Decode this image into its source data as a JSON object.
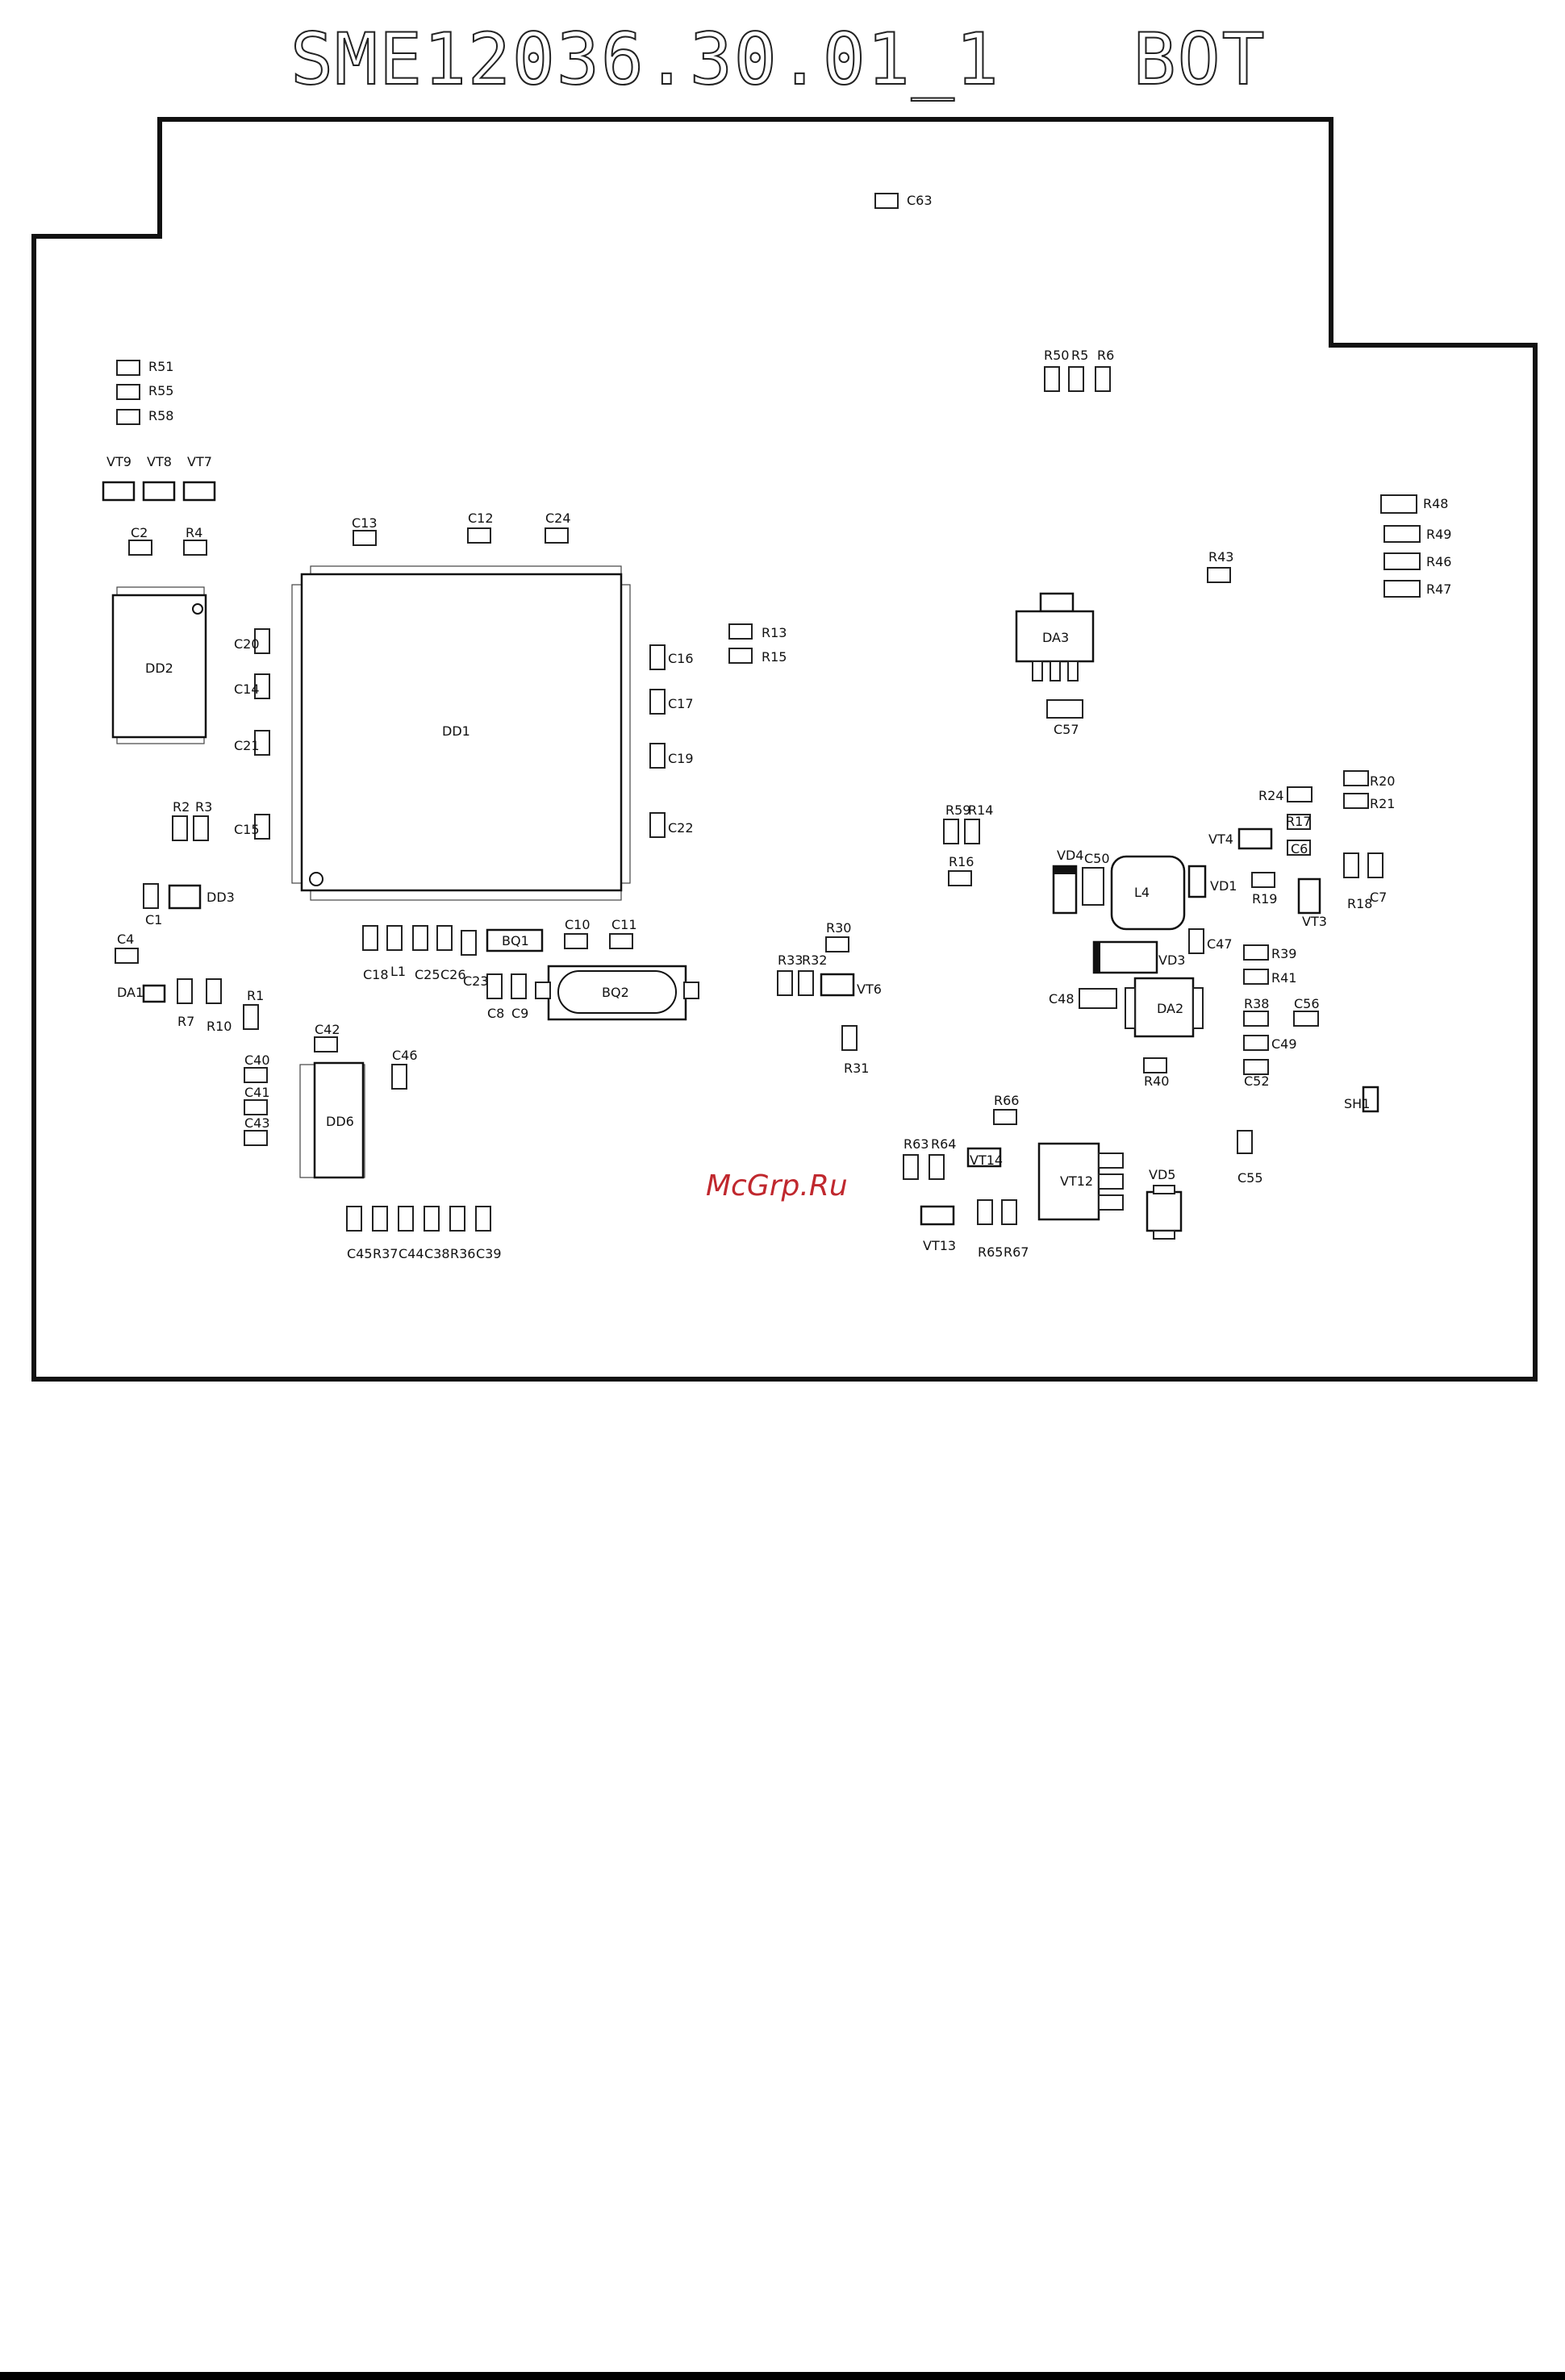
{
  "title": "SME12036.30.01_1   BOT",
  "watermark": "McGrp.Ru",
  "components": {
    "chips": [
      "DD1",
      "DD2",
      "DD3",
      "DD6",
      "DA1",
      "DA2",
      "DA3",
      "BQ1",
      "BQ2",
      "L4",
      "VT12"
    ],
    "transistors": [
      "VT9",
      "VT8",
      "VT7",
      "VT4",
      "VT3",
      "VT6",
      "VT13",
      "VT14"
    ],
    "diodes": [
      "VD1",
      "VD3",
      "VD4",
      "VD5",
      "SH1"
    ],
    "resistors": [
      "R51",
      "R55",
      "R58",
      "R4",
      "R2",
      "R3",
      "R7",
      "R10",
      "R1",
      "R13",
      "R15",
      "R50",
      "R5",
      "R6",
      "R43",
      "R48",
      "R49",
      "R46",
      "R47",
      "R20",
      "R21",
      "R24",
      "R17",
      "R19",
      "R18",
      "R59",
      "R14",
      "R16",
      "R30",
      "R33",
      "R32",
      "R31",
      "R39",
      "R41",
      "R38",
      "R40",
      "R66",
      "R63",
      "R64",
      "R65",
      "R67",
      "R37",
      "R36"
    ],
    "capacitors": [
      "C63",
      "C2",
      "C13",
      "C12",
      "C24",
      "C20",
      "C14",
      "C21",
      "C15",
      "C16",
      "C17",
      "C19",
      "C22",
      "C1",
      "C4",
      "C18",
      "L1",
      "C25",
      "C26",
      "C23",
      "C8",
      "C9",
      "C10",
      "C11",
      "C42",
      "C40",
      "C41",
      "C43",
      "C46",
      "C45",
      "C44",
      "C38",
      "C39",
      "C57",
      "C50",
      "C6",
      "C7",
      "C47",
      "C48",
      "C56",
      "C49",
      "C52",
      "C55"
    ]
  }
}
